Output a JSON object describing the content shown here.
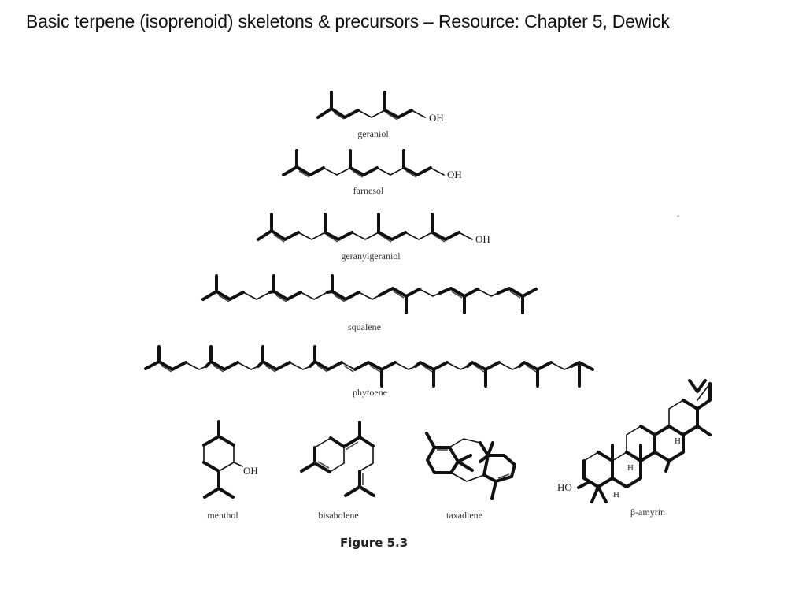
{
  "slide": {
    "title": "Basic terpene (isoprenoid) skeletons & precursors – Resource: Chapter 5, Dewick",
    "figure_caption": "Figure 5.3"
  },
  "compounds": {
    "geraniol": {
      "name": "geraniol",
      "group": "OH"
    },
    "farnesol": {
      "name": "farnesol",
      "group": "OH"
    },
    "geranylgeraniol": {
      "name": "geranylgeraniol",
      "group": "OH"
    },
    "squalene": {
      "name": "squalene"
    },
    "phytoene": {
      "name": "phytoene"
    },
    "menthol": {
      "name": "menthol",
      "group": "OH"
    },
    "bisabolene": {
      "name": "bisabolene"
    },
    "taxadiene": {
      "name": "taxadiene"
    },
    "beta_amyrin": {
      "name": "β-amyrin",
      "group": "HO",
      "h1": "H",
      "h2": "H",
      "h3": "H"
    }
  },
  "colors": {
    "background": "#ffffff",
    "ink": "#111111"
  }
}
